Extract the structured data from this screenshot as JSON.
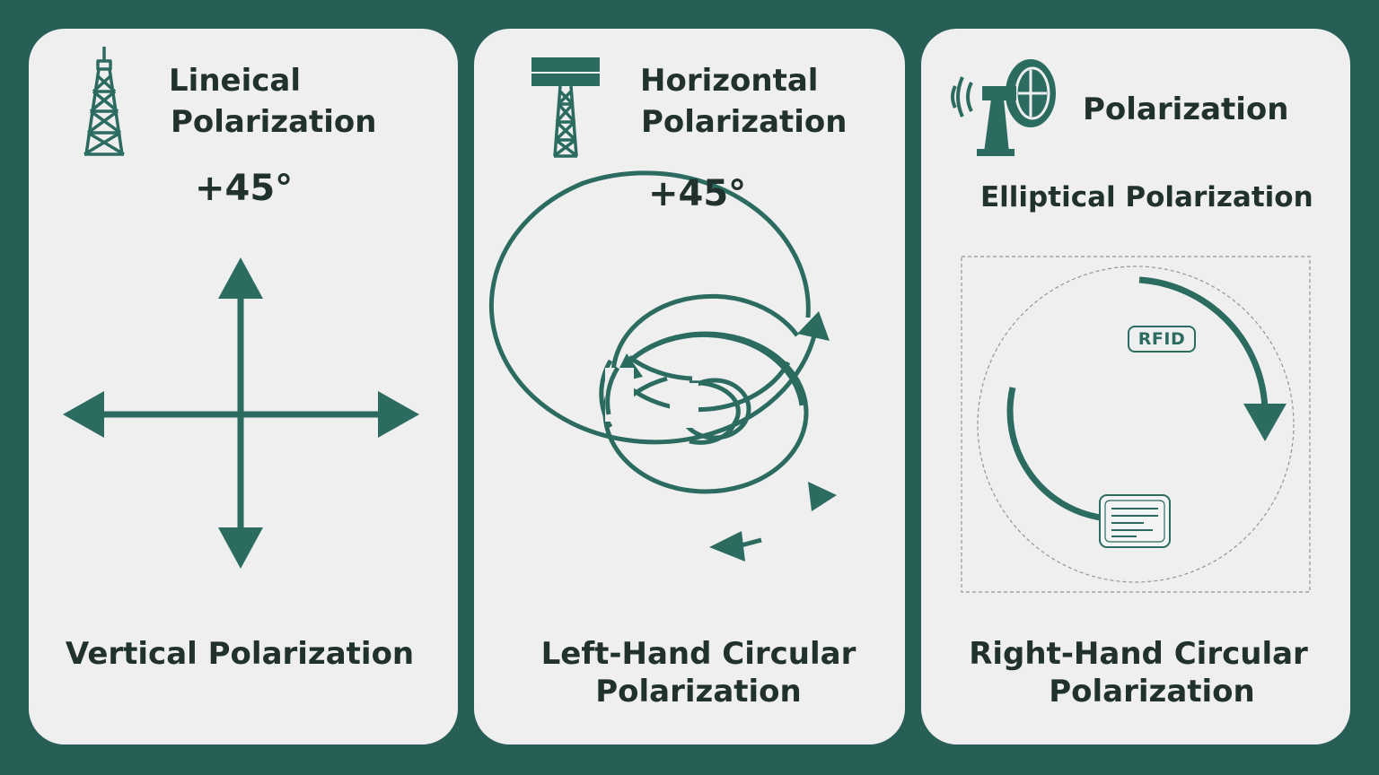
{
  "colors": {
    "background": "#275f57",
    "panel": "#efefef",
    "accent": "#2b6b60",
    "text": "#21312d"
  },
  "panels": [
    {
      "icon": "antenna-tower-icon",
      "title_line1": "Lineical",
      "title_line2": "Polarization",
      "angle": "+45°",
      "caption_line1": "Vertical Polarization"
    },
    {
      "icon": "horizontal-antenna-tower-icon",
      "title_line1": "Horizontal",
      "title_line2": "Polarization",
      "angle": "+45°",
      "caption_line1": "Left-Hand Circular",
      "caption_line2": "Polarization"
    },
    {
      "icon": "satellite-dish-icon",
      "title_line1": "Polarization",
      "subtitle": "Elliptical Polarization",
      "badge": "RFID",
      "caption_line1": "Right-Hand Circular",
      "caption_line2": "Polarization"
    }
  ]
}
